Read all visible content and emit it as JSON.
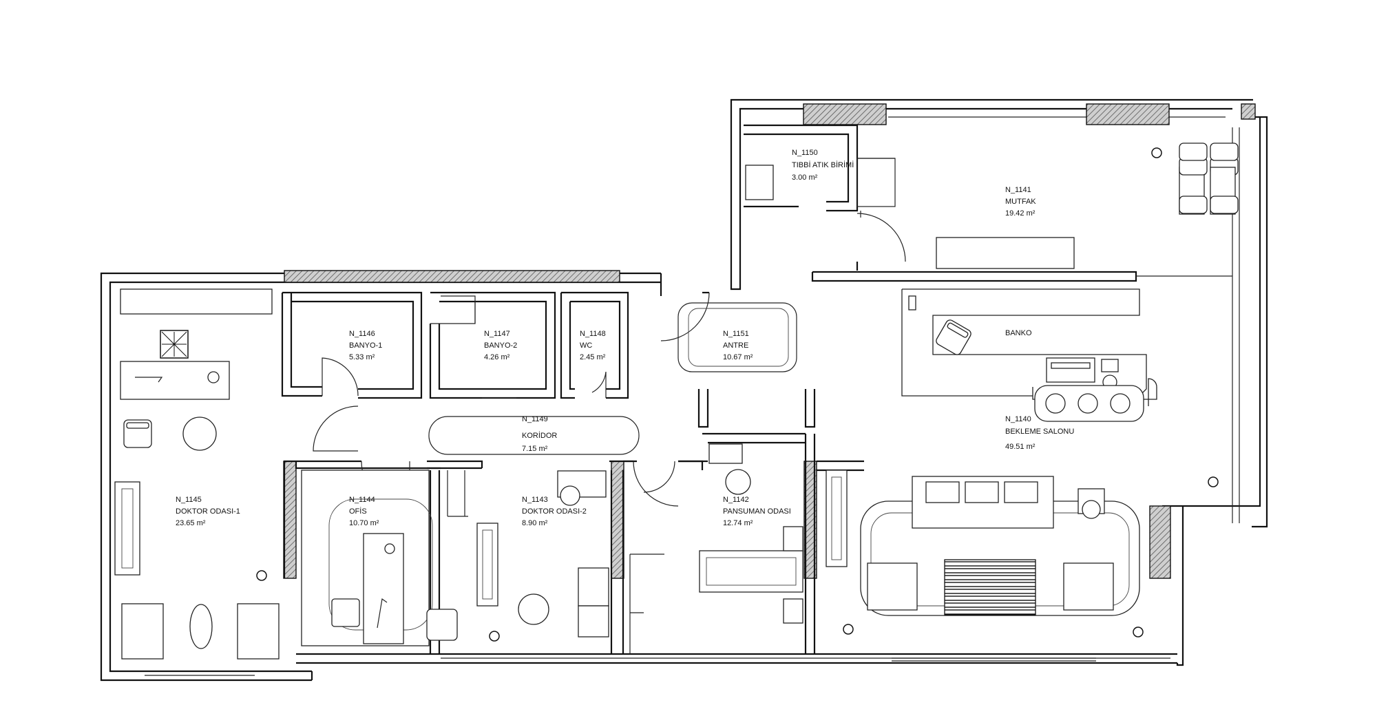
{
  "rooms": [
    {
      "id": "N_1141",
      "name": "MUTFAK",
      "area": "19.42 m²"
    },
    {
      "id": "N_1150",
      "name": "TIBBİ ATIK BİRİMİ",
      "area": "3.00 m²"
    },
    {
      "id": "N_1146",
      "name": "BANYO-1",
      "area": "5.33 m²"
    },
    {
      "id": "N_1147",
      "name": "BANYO-2",
      "area": "4.26 m²"
    },
    {
      "id": "N_1148",
      "name": "WC",
      "area": "2.45 m²"
    },
    {
      "id": "N_1151",
      "name": "ANTRE",
      "area": "10.67 m²"
    },
    {
      "id": "N_1149",
      "name": "KORİDOR",
      "area": "7.15 m²"
    },
    {
      "id": "N_1145",
      "name": "DOKTOR ODASI-1",
      "area": "23.65 m²"
    },
    {
      "id": "N_1144",
      "name": "OFİS",
      "area": "10.70 m²"
    },
    {
      "id": "N_1143",
      "name": "DOKTOR ODASI-2",
      "area": "8.90 m²"
    },
    {
      "id": "N_1142",
      "name": "PANSUMAN ODASI",
      "area": "12.74 m²"
    },
    {
      "id": "N_1140",
      "name": "BEKLEME SALONU",
      "area": "49.51 m²"
    }
  ],
  "banko_label": "BANKO"
}
